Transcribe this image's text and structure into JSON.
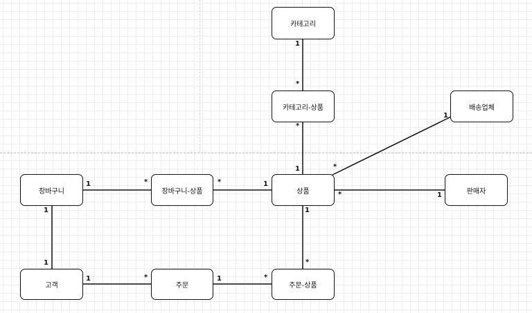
{
  "diagram": {
    "entities": {
      "category": "카테고리",
      "category_product": "카테고리-상품",
      "delivery": "배송업체",
      "product": "상품",
      "seller": "판매자",
      "cart": "장바구니",
      "cart_product": "장바구니-상품",
      "customer": "고객",
      "order": "주문",
      "order_product": "주문-상품"
    },
    "relationships": [
      {
        "from": "category",
        "to": "category_product",
        "from_mult": "1",
        "to_mult": "*"
      },
      {
        "from": "category_product",
        "to": "product",
        "from_mult": "*",
        "to_mult": "1"
      },
      {
        "from": "delivery",
        "to": "product",
        "from_mult": "1",
        "to_mult": "*"
      },
      {
        "from": "seller",
        "to": "product",
        "from_mult": "1",
        "to_mult": "*"
      },
      {
        "from": "cart",
        "to": "cart_product",
        "from_mult": "1",
        "to_mult": "*"
      },
      {
        "from": "cart_product",
        "to": "product",
        "from_mult": "*",
        "to_mult": "1"
      },
      {
        "from": "product",
        "to": "order_product",
        "from_mult": "1",
        "to_mult": "*"
      },
      {
        "from": "cart",
        "to": "customer",
        "from_mult": "1",
        "to_mult": "1"
      },
      {
        "from": "customer",
        "to": "order",
        "from_mult": "1",
        "to_mult": "*"
      },
      {
        "from": "order",
        "to": "order_product",
        "from_mult": "1",
        "to_mult": "*"
      }
    ]
  }
}
